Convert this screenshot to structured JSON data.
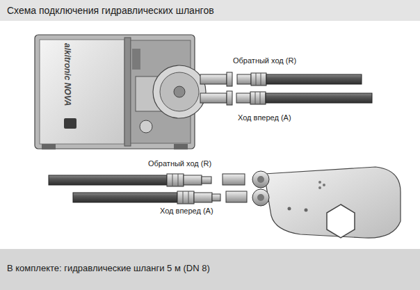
{
  "diagram": {
    "title": "Схема подключения гидравлических шлангов",
    "caption": "В комплекте: гидравлические шланги 5 м (DN 8)",
    "labels": [
      "alkitronic NOVA",
      "Обратный ход (R)",
      "Ход вперед (A)",
      "Обратный ход (R)",
      "Ход вперед (A)"
    ]
  }
}
